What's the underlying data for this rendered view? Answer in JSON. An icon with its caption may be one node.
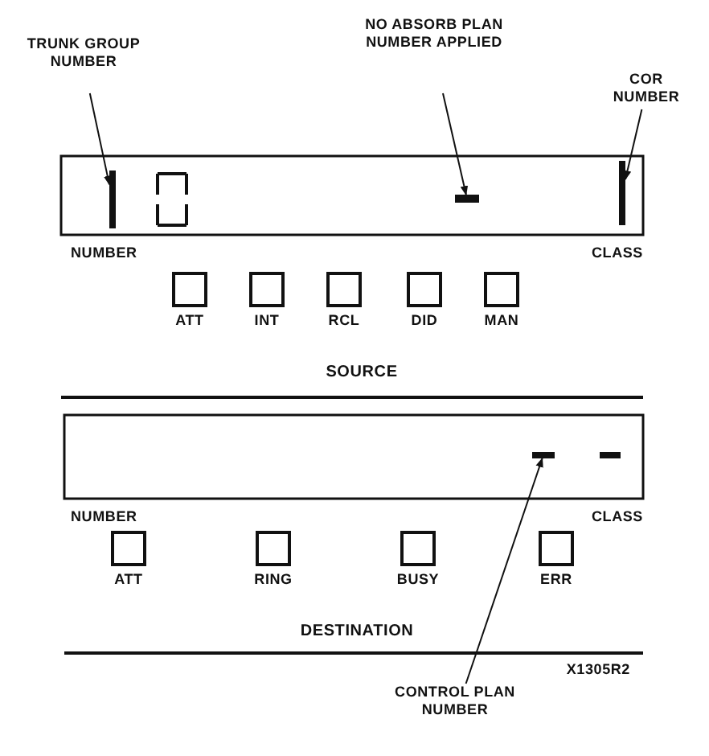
{
  "diagram": {
    "nodes": [
      {
        "text": [
          "TRUNK GROUP NUMBER"
        ]
      },
      {
        "text": [
          "NO ABSORB PLAN NUMBER APPLIED"
        ]
      },
      {
        "text": [
          "COR NUMBER"
        ]
      },
      {
        "text": [],
        "shape": "bar"
      },
      {
        "text": [],
        "shape": "bar"
      },
      {
        "text": [],
        "shape": "bar"
      },
      {
        "text": [
          "ATT"
        ]
      },
      {
        "text": [
          "INT"
        ]
      },
      {
        "text": [
          "RCL"
        ]
      },
      {
        "text": [
          "DID"
        ]
      },
      {
        "text": [
          "MAN"
        ]
      },
      {
        "text": [],
        "shape": "bar"
      },
      {
        "text": [
          "ATT"
        ]
      },
      {
        "text": [
          "RING"
        ]
      },
      {
        "text": [
          "BUSY"
        ]
      },
      {
        "text": [
          "ERR"
        ]
      },
      {
        "text": [
          "CONTROL PLAN NUMBER"
        ]
      }
    ],
    "edges": [
      {
        "from": 0,
        "to": 3,
        "arrow": "to"
      },
      {
        "from": 1,
        "to": 4,
        "arrow": "to"
      },
      {
        "from": 2,
        "to": 5,
        "arrow": "to"
      },
      {
        "from": 16,
        "to": 11,
        "arrow": "to"
      }
    ],
    "labels": [
      "NUMBER",
      "CLASS",
      "SOURCE",
      "NUMBER",
      "CLASS",
      "DESTINATION",
      "X1305R2"
    ]
  }
}
